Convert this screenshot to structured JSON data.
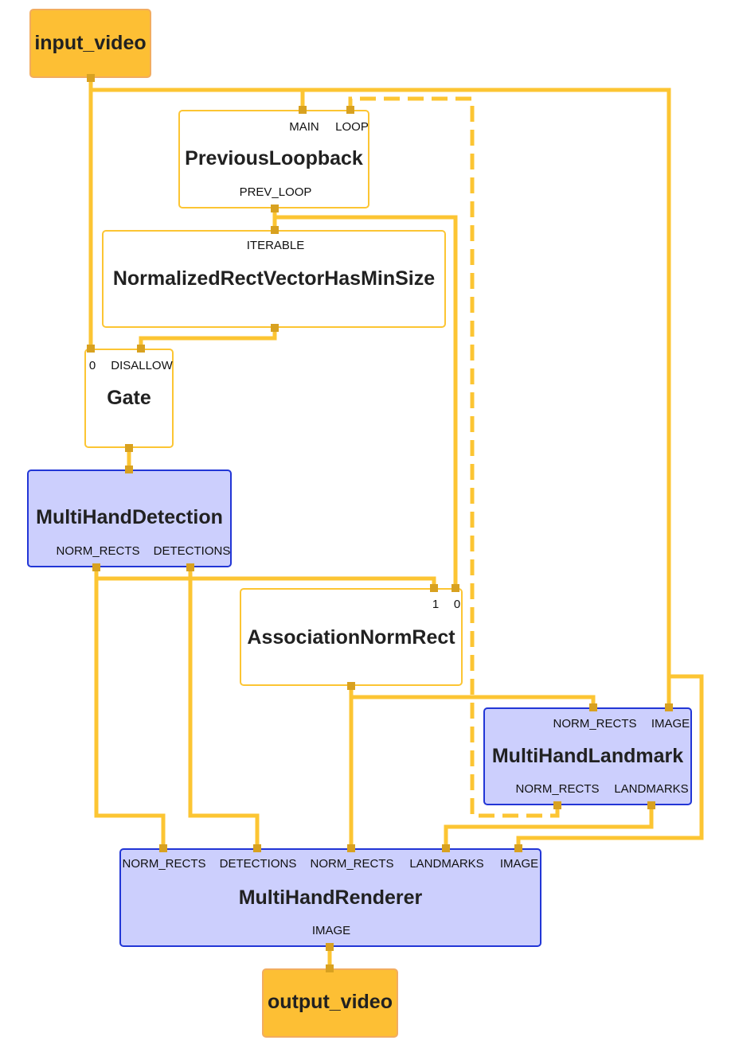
{
  "colors": {
    "edge": "#fcc533",
    "port_dot": "#d8a120",
    "calculator_border": "#fcc533",
    "subgraph_fill": "#cccffd",
    "subgraph_border": "#2236d6",
    "stream_fill": "#fdbf34",
    "stream_border": "#f2ac5f"
  },
  "nodes": {
    "input_video": {
      "title": "input_video"
    },
    "previous_loopback": {
      "title": "PreviousLoopback",
      "in_main": "MAIN",
      "in_loop": "LOOP",
      "out_prev_loop": "PREV_LOOP"
    },
    "min_size": {
      "title": "NormalizedRectVectorHasMinSize",
      "in_iterable": "ITERABLE"
    },
    "gate": {
      "title": "Gate",
      "in_0": "0",
      "in_disallow": "DISALLOW"
    },
    "hand_detection": {
      "title": "MultiHandDetection",
      "out_norm_rects": "NORM_RECTS",
      "out_detections": "DETECTIONS"
    },
    "association": {
      "title": "AssociationNormRect",
      "in_1": "1",
      "in_0": "0"
    },
    "hand_landmark": {
      "title": "MultiHandLandmark",
      "in_norm_rects": "NORM_RECTS",
      "in_image": "IMAGE",
      "out_norm_rects": "NORM_RECTS",
      "out_landmarks": "LANDMARKS"
    },
    "renderer": {
      "title": "MultiHandRenderer",
      "in_det_norm_rects": "NORM_RECTS",
      "in_detections": "DETECTIONS",
      "in_norm_rects": "NORM_RECTS",
      "in_landmarks": "LANDMARKS",
      "in_image": "IMAGE",
      "out_image": "IMAGE"
    },
    "output_video": {
      "title": "output_video"
    }
  }
}
